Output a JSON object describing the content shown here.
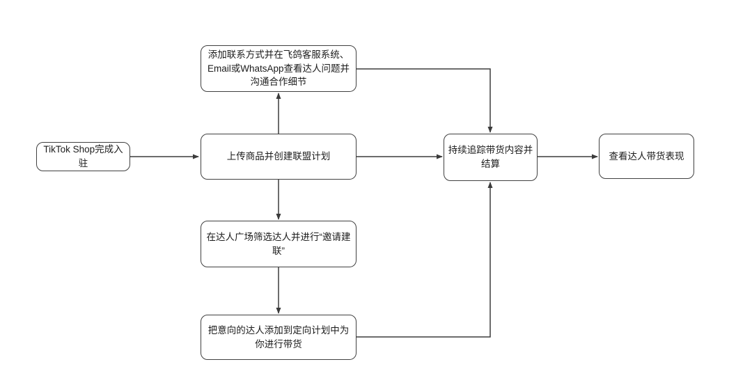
{
  "diagram": {
    "type": "flowchart",
    "background_color": "#ffffff",
    "node_border_color": "#404040",
    "node_fill_color": "#ffffff",
    "connector_color": "#3b3b3b",
    "text_color": "#1c1c1c",
    "nodes": {
      "tiktok_shop": {
        "label": "TikTok Shop完成入驻"
      },
      "contact": {
        "label": "添加联系方式并在飞鸽客服系统、Email或WhatsApp查看达人问题并沟通合作细节"
      },
      "upload": {
        "label": "上传商品并创建联盟计划"
      },
      "square": {
        "label": "在达人广场筛选达人并进行“邀请建联”"
      },
      "targeted": {
        "label": "把意向的达人添加到定向计划中为你进行带货"
      },
      "track": {
        "label": "持续追踪带货内容并结算"
      },
      "performance": {
        "label": "查看达人带货表现"
      }
    },
    "edges": [
      {
        "from": "tiktok_shop",
        "to": "upload"
      },
      {
        "from": "upload",
        "to": "contact"
      },
      {
        "from": "contact",
        "to": "track"
      },
      {
        "from": "upload",
        "to": "track"
      },
      {
        "from": "upload",
        "to": "square"
      },
      {
        "from": "square",
        "to": "targeted"
      },
      {
        "from": "targeted",
        "to": "track"
      },
      {
        "from": "track",
        "to": "performance"
      }
    ]
  }
}
